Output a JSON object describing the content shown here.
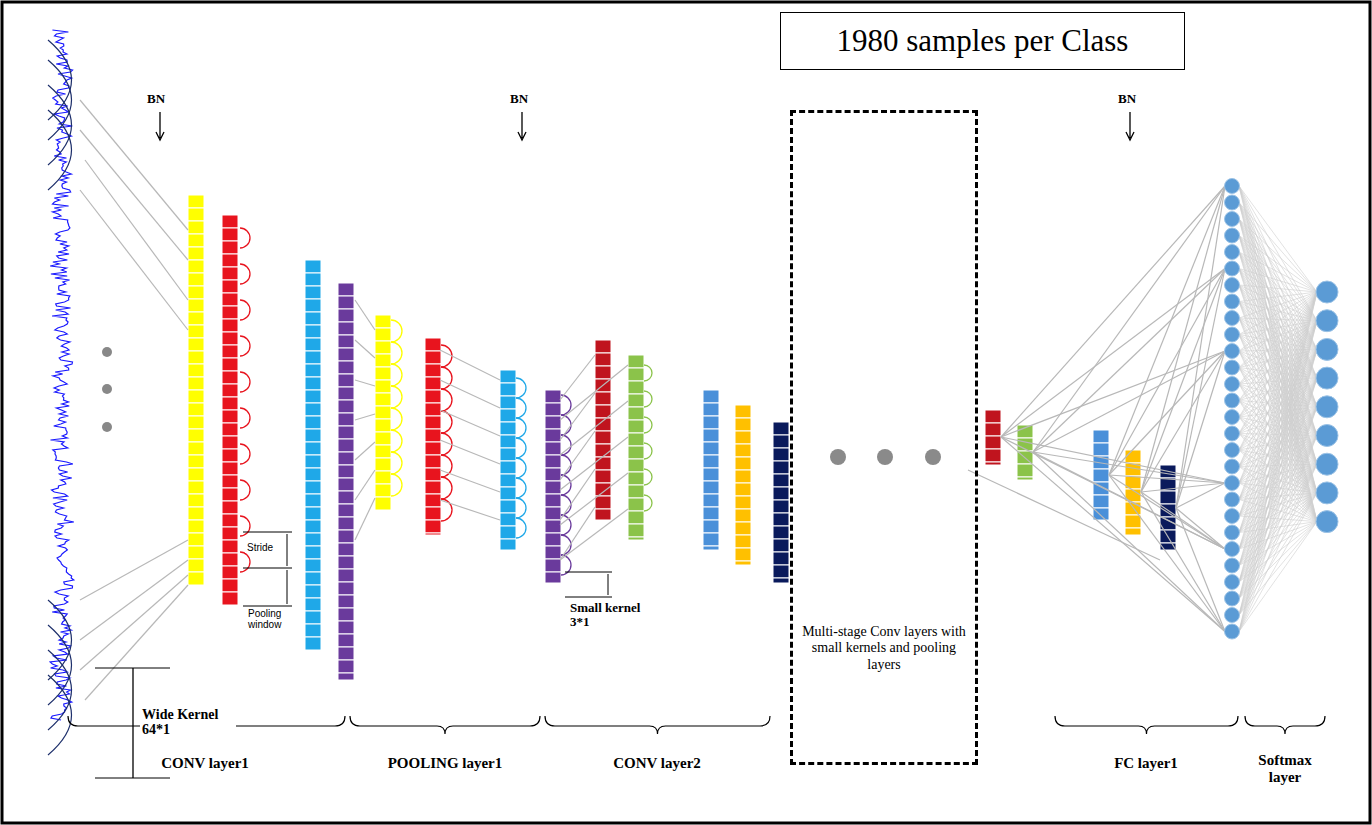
{
  "diagram": {
    "nodes": [
      {
        "text": [
          "1980 samples per Class"
        ]
      },
      {
        "text": [
          "Multi-stage Conv layers with small kernels and pooling layers"
        ]
      }
    ],
    "labels": [
      "BN",
      "BN",
      "BN",
      "Stride",
      "Pooling window",
      "Wide Kernel 64*1",
      "Small kernel 3*1",
      "CONV layer1",
      "POOLING layer1",
      "CONV layer2",
      "FC layer1",
      "Softmax layer"
    ]
  }
}
